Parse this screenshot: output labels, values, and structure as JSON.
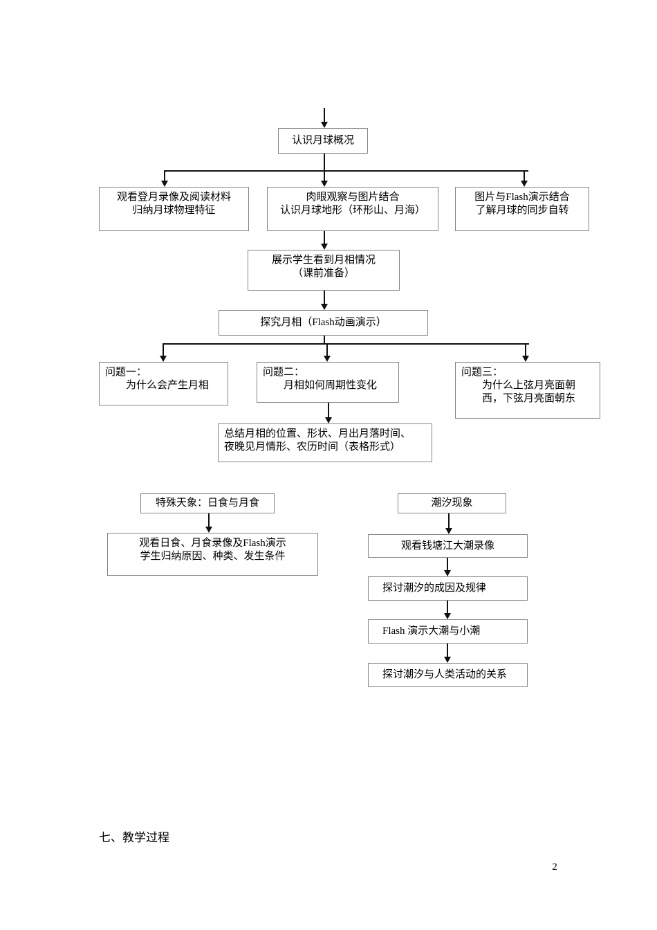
{
  "document": {
    "section_heading": "七、教学过程",
    "page_number": "2"
  },
  "flowchart": {
    "nodes": {
      "overview": {
        "lines": [
          "认识月球概况"
        ]
      },
      "landing_video": {
        "lines": [
          "观看登月录像及阅读材料",
          "归纳月球物理特征"
        ]
      },
      "naked_eye": {
        "lines": [
          "肉眼观察与图片结合",
          "认识月球地形（环形山、月海）"
        ]
      },
      "sync_rotation": {
        "lines": [
          "图片与Flash演示结合",
          "了解月球的同步自转"
        ]
      },
      "show_phases": {
        "lines": [
          "展示学生看到月相情况",
          "（课前准备）"
        ]
      },
      "explore_phases": {
        "lines": [
          "探究月相（Flash动画演示）"
        ]
      },
      "question1": {
        "lines": [
          "问题一：",
          "为什么会产生月相"
        ]
      },
      "question2": {
        "lines": [
          "问题二：",
          "月相如何周期性变化"
        ]
      },
      "question3": {
        "lines": [
          "问题三：",
          "为什么上弦月亮面朝",
          "西，下弦月亮面朝东"
        ]
      },
      "summary": {
        "lines": [
          "总结月相的位置、形状、月出月落时间、",
          "夜晚见月情形、农历时间（表格形式）"
        ]
      },
      "eclipse_title": {
        "lines": [
          "特殊天象：日食与月食"
        ]
      },
      "eclipse_video": {
        "lines": [
          "观看日食、月食录像及Flash演示",
          "学生归纳原因、种类、发生条件"
        ]
      },
      "tide_title": {
        "lines": [
          "潮汐现象"
        ]
      },
      "tide_video": {
        "lines": [
          "观看钱塘江大潮录像"
        ]
      },
      "tide_cause": {
        "lines": [
          "探讨潮汐的成因及规律"
        ]
      },
      "tide_flash": {
        "lines": [
          "Flash 演示大潮与小潮"
        ]
      },
      "tide_human": {
        "lines": [
          "探讨潮汐与人类活动的关系"
        ]
      }
    }
  },
  "colors": {
    "background": "#ffffff",
    "box_border": "#848484",
    "arrow": "#111111",
    "text": "#000000"
  }
}
